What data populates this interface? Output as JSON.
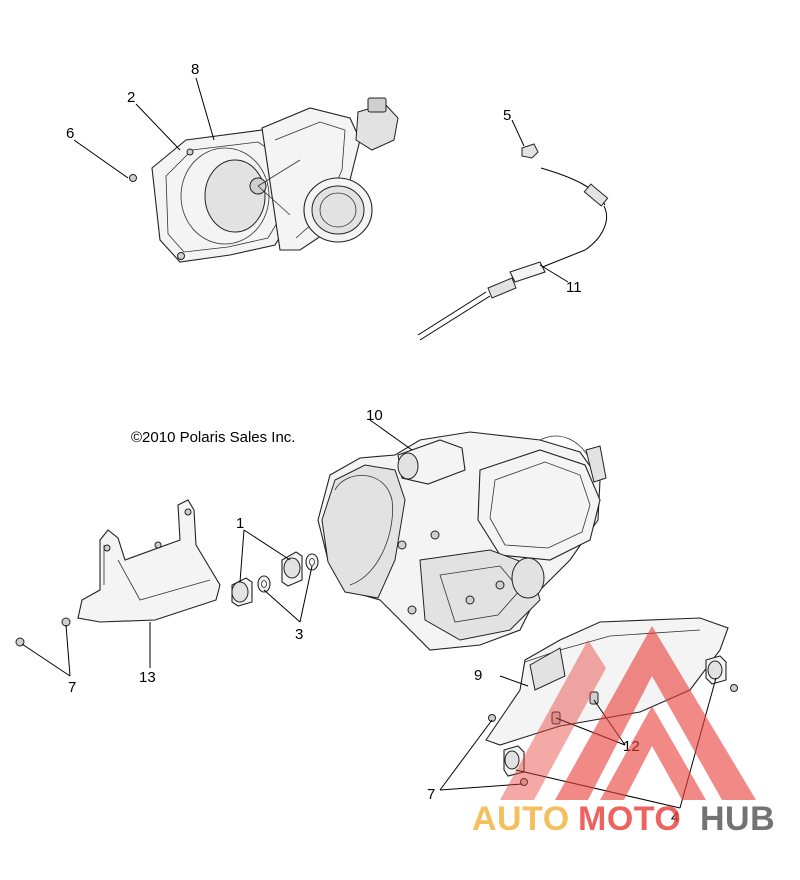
{
  "copyright": "©2010 Polaris Sales Inc.",
  "callouts": {
    "c1": "1",
    "c2": "2",
    "c3": "3",
    "c4": "4",
    "c5": "5",
    "c6": "6",
    "c7a": "7",
    "c7b": "7",
    "c8": "8",
    "c9": "9",
    "c10": "10",
    "c11": "11",
    "c12": "12",
    "c13": "13"
  },
  "watermark": {
    "auto": "AUTO",
    "moto": "MOTO",
    "hub": "HUB",
    "colors": {
      "auto": "#f2b33d",
      "moto": "#e8413c",
      "hub": "#555555",
      "triangle": "#e8413c"
    }
  }
}
